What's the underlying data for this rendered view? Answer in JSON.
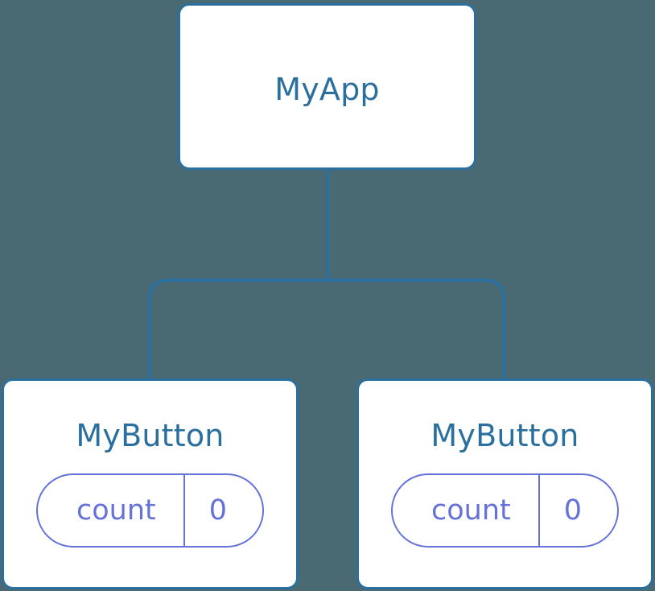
{
  "diagram": {
    "type": "component-tree",
    "background_color": "#4a6a73",
    "node_border_color": "#2a6f9e",
    "node_fill_color": "#ffffff",
    "node_title_color": "#2a6f9e",
    "state_accent_color": "#6572d8",
    "edge_color": "#2a6f9e"
  },
  "root": {
    "title": "MyApp"
  },
  "children": [
    {
      "title": "MyButton",
      "state": {
        "key": "count",
        "value": "0"
      }
    },
    {
      "title": "MyButton",
      "state": {
        "key": "count",
        "value": "0"
      }
    }
  ]
}
